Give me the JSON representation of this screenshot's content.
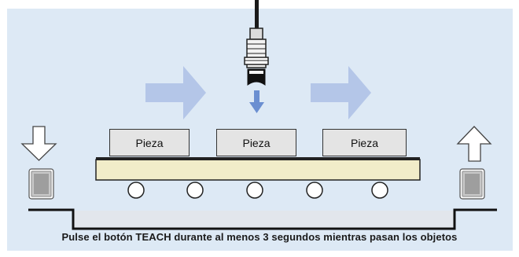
{
  "pieces": [
    "Pieza",
    "Pieza",
    "Pieza"
  ],
  "caption": "Pulse el botón TEACH durante al menos 3 segundos mientras pasan los objetos",
  "colors": {
    "panel": "#dde9f5",
    "flow_arrow": "#b4c6e8",
    "detect_arrow": "#6b8fd1",
    "belt": "#f1ecc9",
    "piece": "#e4e4e4"
  }
}
